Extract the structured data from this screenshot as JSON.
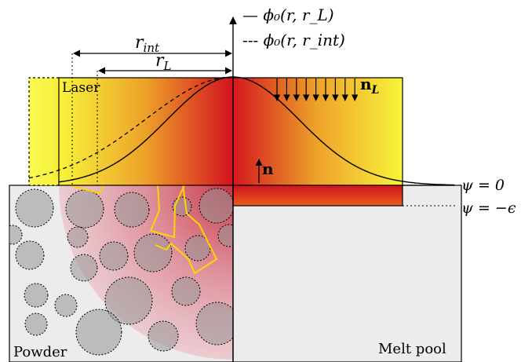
{
  "legend": {
    "solid_label": "ϕ₀(r, r_L)",
    "dashed_label": "ϕ₀(r, r_int)"
  },
  "dimensions": {
    "r_int": "r_int",
    "r_L": "r_L"
  },
  "labels": {
    "laser": "Laser",
    "normal_laser": "n_L",
    "normal": "n",
    "psi_zero": "ψ = 0",
    "psi_eps": "ψ = −ϵ",
    "powder": "Powder",
    "melt_pool": "Melt pool"
  },
  "colors": {
    "laser_center": "#d4141e",
    "laser_mid": "#e8701e",
    "laser_edge": "#f7f73a",
    "melt_band": "#e02a1a",
    "particle_fill": "#b4b4b4",
    "background_fill": "#ececec",
    "crack_color": "#ffd400"
  }
}
